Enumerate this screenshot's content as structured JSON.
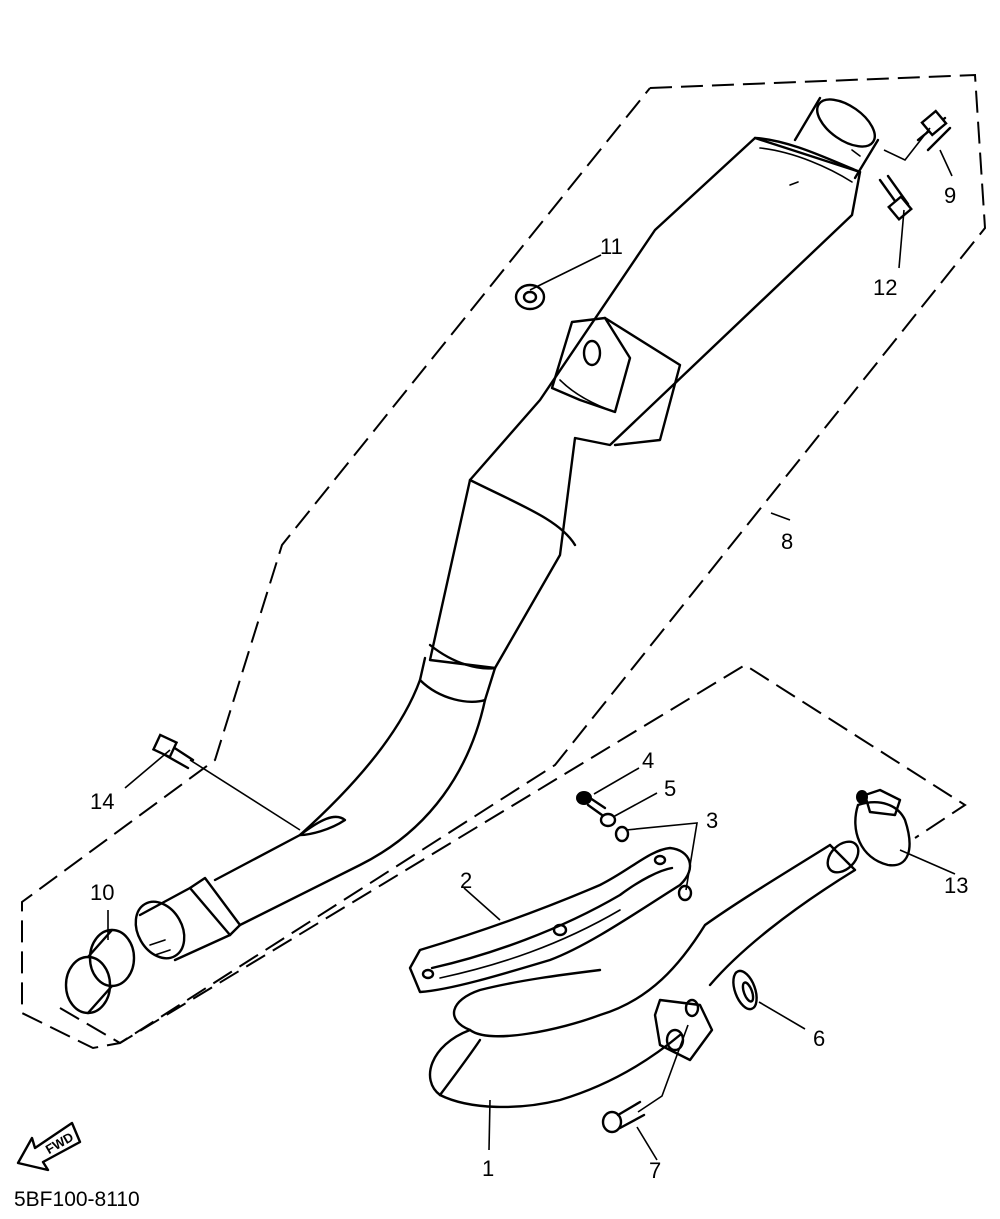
{
  "diagram": {
    "parts": [
      {
        "callout": "1"
      },
      {
        "callout": "2"
      },
      {
        "callout": "3"
      },
      {
        "callout": "4"
      },
      {
        "callout": "5"
      },
      {
        "callout": "6"
      },
      {
        "callout": "7"
      },
      {
        "callout": "8"
      },
      {
        "callout": "9"
      },
      {
        "callout": "10"
      },
      {
        "callout": "11"
      },
      {
        "callout": "12"
      },
      {
        "callout": "13"
      },
      {
        "callout": "14"
      }
    ],
    "fwd_arrow_text": "FWD",
    "diagram_code": "5BF100-8110"
  }
}
